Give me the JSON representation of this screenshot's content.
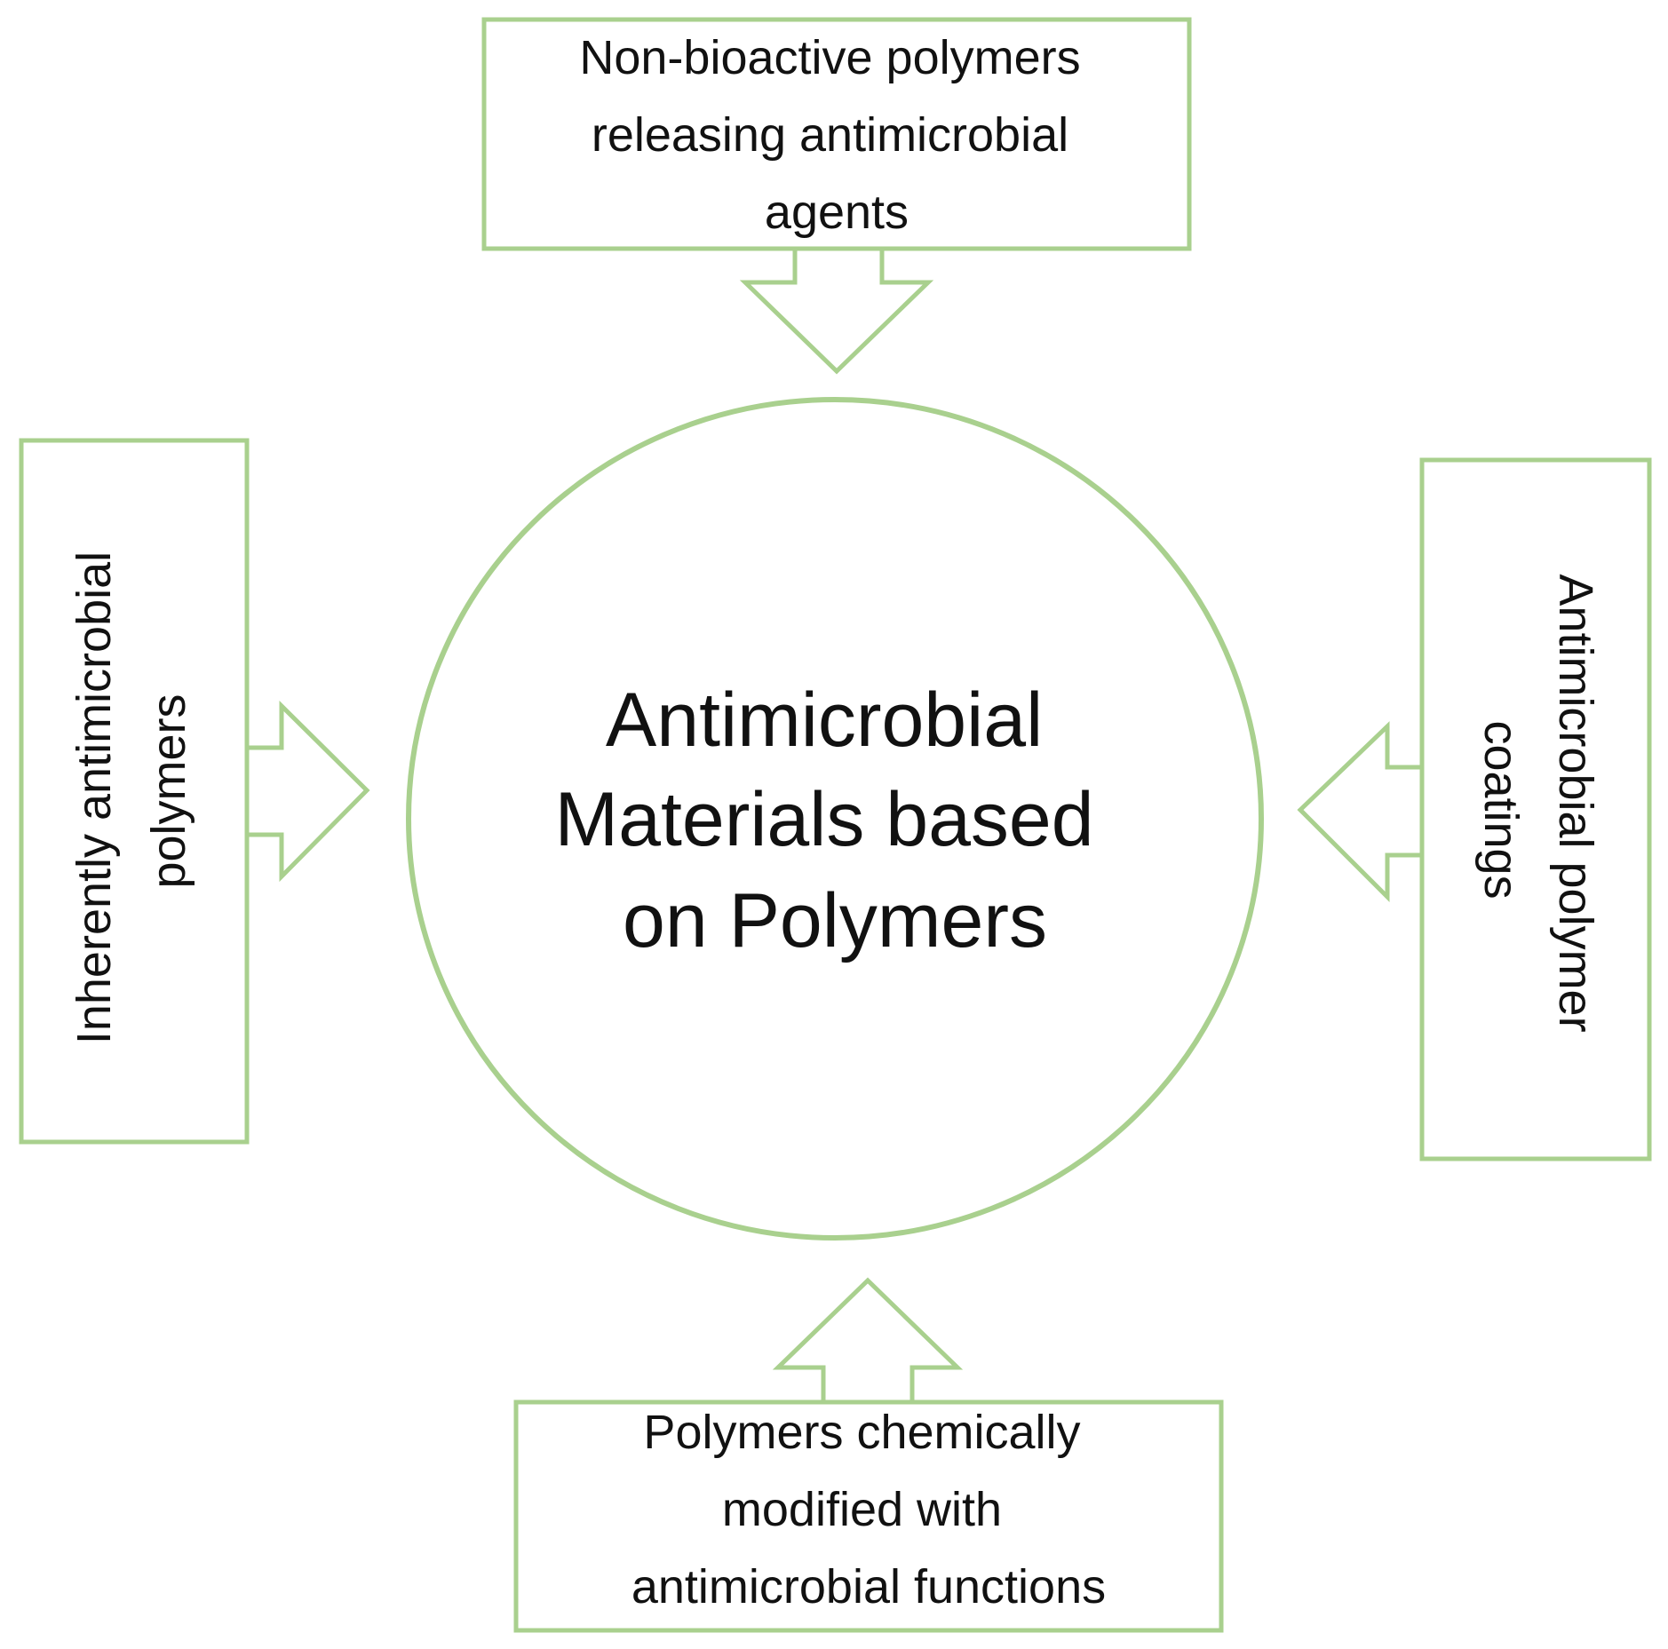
{
  "center": {
    "lines": [
      "Antimicrobial",
      "Materials based",
      "on Polymers"
    ]
  },
  "categories": [
    {
      "position": "top",
      "lines": [
        "Non-bioactive polymers",
        "releasing antimicrobial",
        "agents"
      ]
    },
    {
      "position": "left",
      "lines": [
        "Inherently antimicrobial",
        "polymers"
      ]
    },
    {
      "position": "right",
      "lines": [
        "Antimicrobial polymer",
        "coatings"
      ]
    },
    {
      "position": "bottom",
      "lines": [
        "Polymers chemically",
        "modified with",
        "antimicrobial functions"
      ]
    }
  ],
  "colors": {
    "outline": "#a9d08e",
    "text": "#111111",
    "background": "#ffffff"
  }
}
